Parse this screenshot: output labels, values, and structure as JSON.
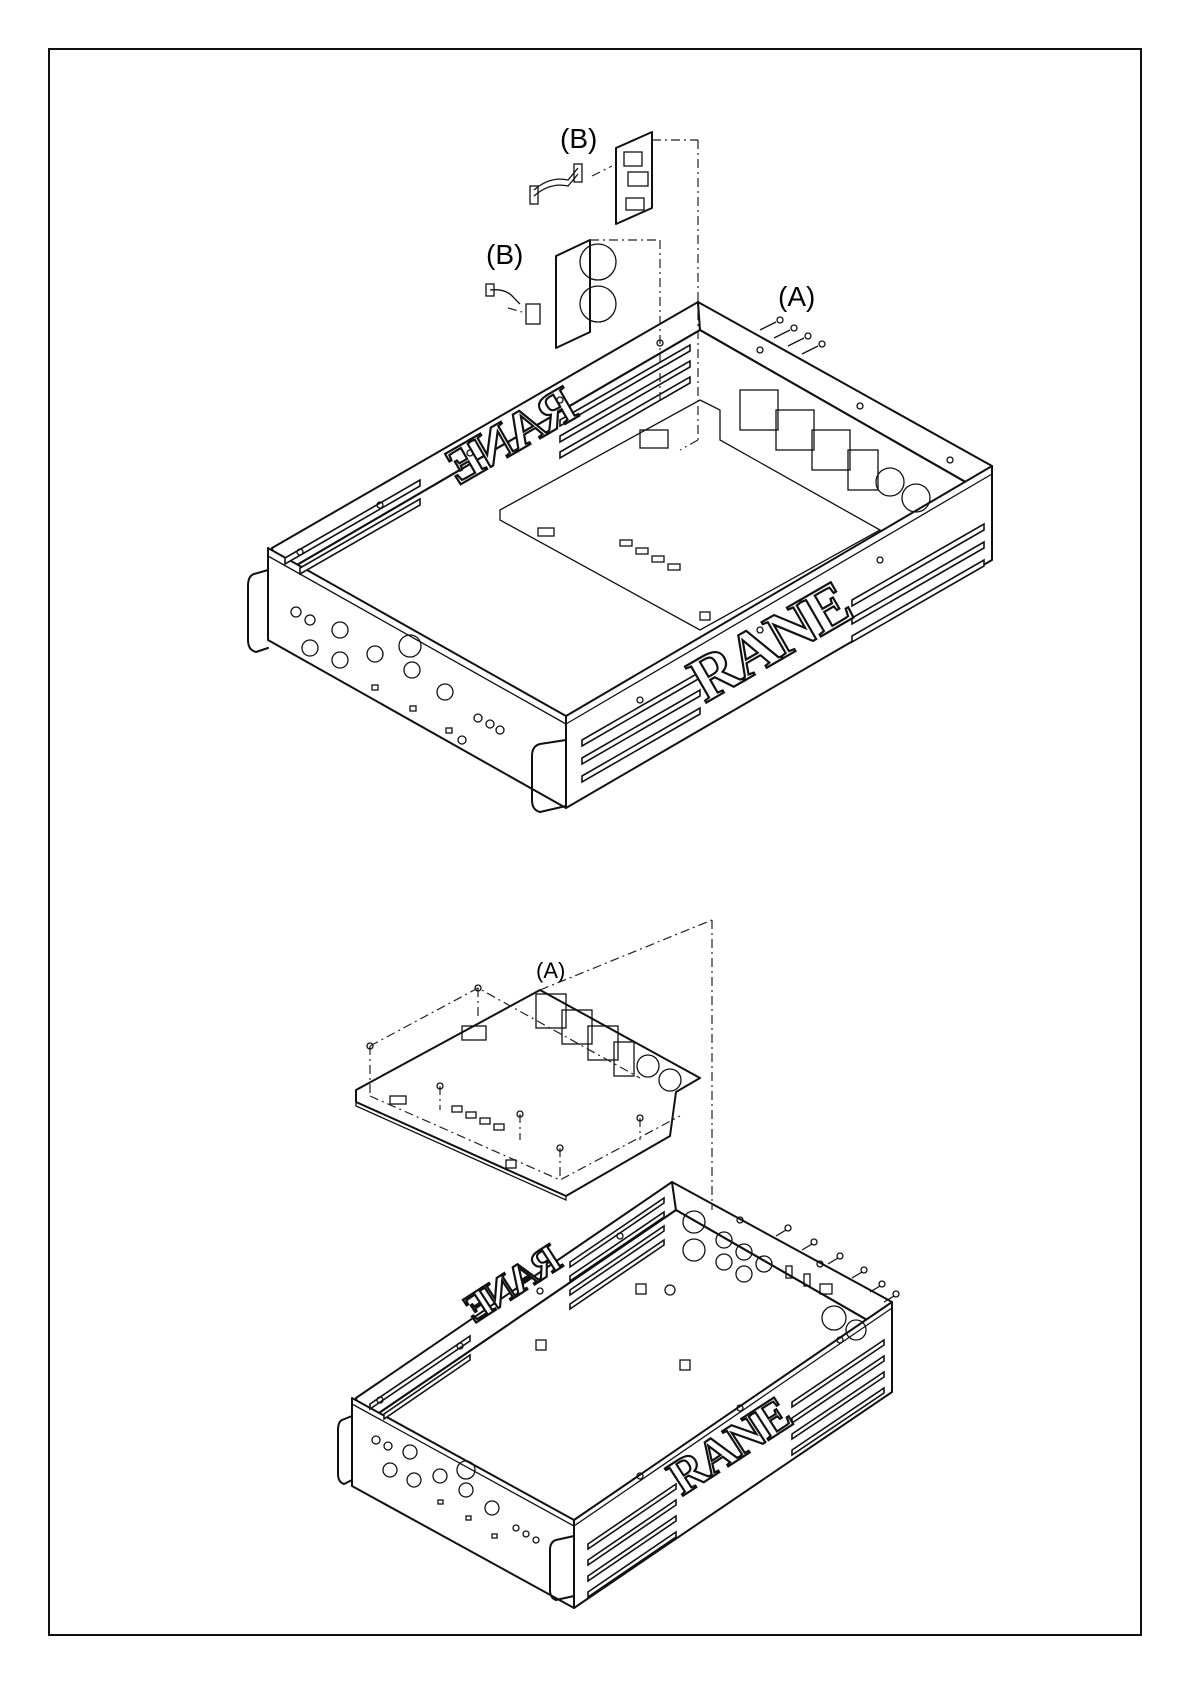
{
  "labels": {
    "top_b1": "(B)",
    "top_b2": "(B)",
    "top_a": "(A)",
    "bottom_a": "(A)"
  },
  "brand": {
    "front": "RANE",
    "back": "RANE"
  }
}
